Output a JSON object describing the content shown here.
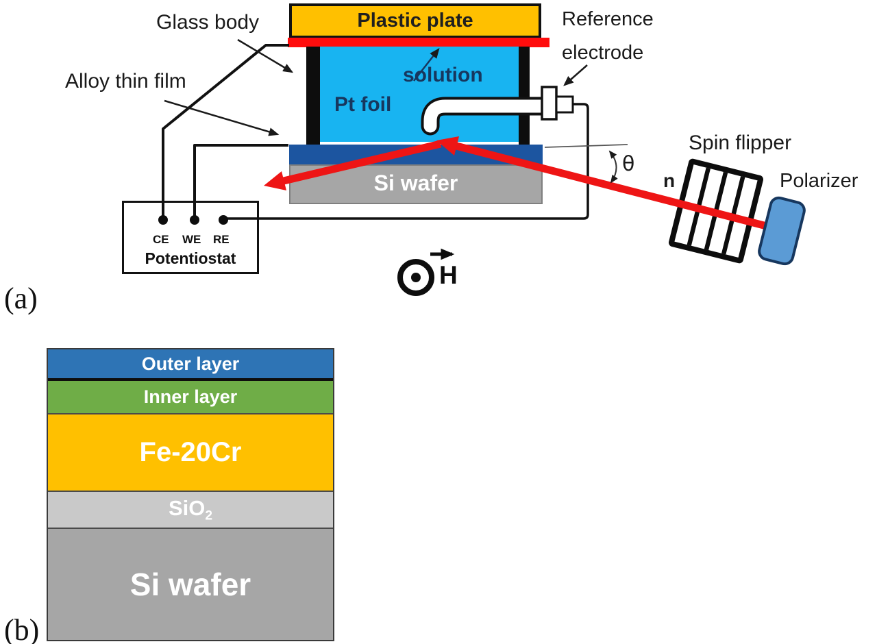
{
  "panel_a": {
    "tag": "(a)",
    "labels": {
      "glass_body": "Glass body",
      "alloy_thin_film": "Alloy thin film",
      "plastic_plate": "Plastic plate",
      "reference_line1": "Reference",
      "reference_line2": "electrode",
      "solution": "solution",
      "pt_foil": "Pt foil",
      "si_wafer": "Si wafer",
      "spin_flipper": "Spin flipper",
      "polarizer": "Polarizer",
      "neutron_symbol": "n",
      "incidence_angle": "θ",
      "magnetic_field": "H"
    },
    "potentiostat": {
      "name": "Potentiostat",
      "terminal_ce": "CE",
      "terminal_we": "WE",
      "terminal_re": "RE"
    }
  },
  "panel_b": {
    "tag": "(b)",
    "layers": {
      "outer": {
        "label": "Outer layer",
        "color": "#2e74b5"
      },
      "inner": {
        "label": "Inner layer",
        "color": "#6fad47"
      },
      "alloy": {
        "label": "Fe-20Cr",
        "color": "#ffc000"
      },
      "oxide": {
        "label_base": "SiO",
        "label_sub": "2",
        "color": "#c9c9c9"
      },
      "substrate": {
        "label": "Si wafer",
        "color": "#a6a6a6"
      }
    }
  },
  "colors": {
    "plastic_plate": "#ffc000",
    "pt_foil_strip": "#ff0d0d",
    "solution": "#18b4f1",
    "alloy_film": "#1c55a0",
    "si_wafer_a": "#a6a6a6",
    "beam": "#ee1515",
    "polarizer_fill": "#5b9bd5"
  }
}
